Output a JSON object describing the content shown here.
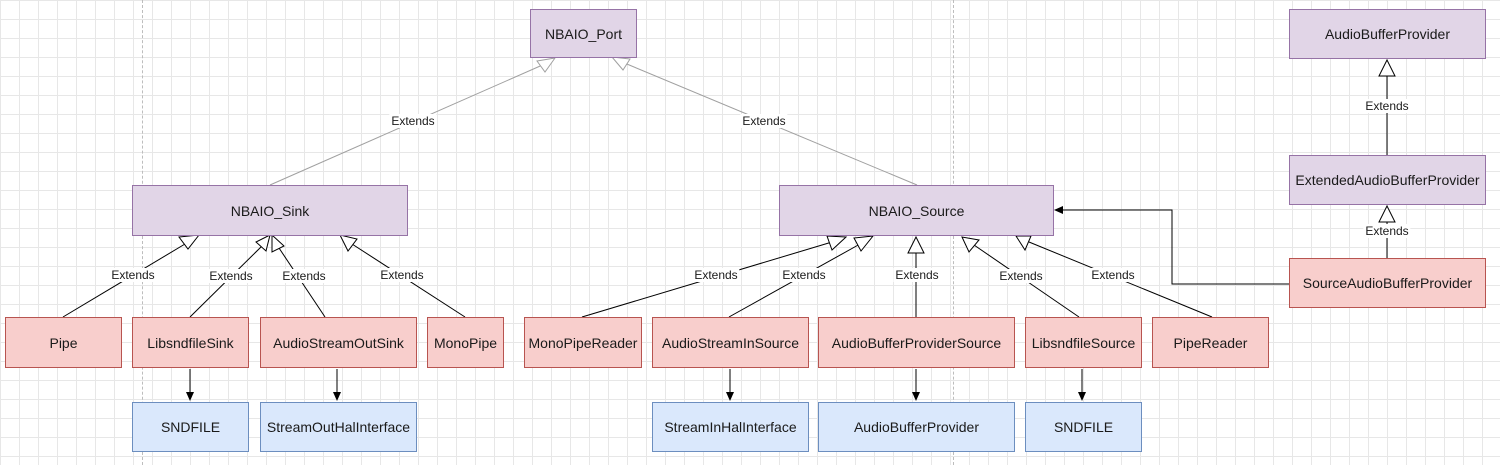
{
  "edge_label": "Extends",
  "nodes": {
    "nbaio_port": "NBAIO_Port",
    "nbaio_sink": "NBAIO_Sink",
    "nbaio_source": "NBAIO_Source",
    "pipe": "Pipe",
    "libsndfile_sink": "LibsndfileSink",
    "audio_stream_out_sink": "AudioStreamOutSink",
    "mono_pipe": "MonoPipe",
    "mono_pipe_reader": "MonoPipeReader",
    "audio_stream_in_source": "AudioStreamInSource",
    "audio_buffer_provider_source": "AudioBufferProviderSource",
    "libsndfile_source": "LibsndfileSource",
    "pipe_reader": "PipeReader",
    "sndfile_1": "SNDFILE",
    "stream_out_hal_interface": "StreamOutHalInterface",
    "stream_in_hal_interface": "StreamInHalInterface",
    "audio_buffer_provider_bottom": "AudioBufferProvider",
    "sndfile_2": "SNDFILE",
    "audio_buffer_provider_top": "AudioBufferProvider",
    "extended_audio_buffer_provider": "ExtendedAudioBufferProvider",
    "source_audio_buffer_provider": "SourceAudioBufferProvider"
  },
  "colors": {
    "abstract_fill": "#e1d5e7",
    "impl_fill": "#f8cecc",
    "library_fill": "#dae8fc",
    "inherit_line": "#a0a0a0",
    "edge_dark": "#000000"
  }
}
